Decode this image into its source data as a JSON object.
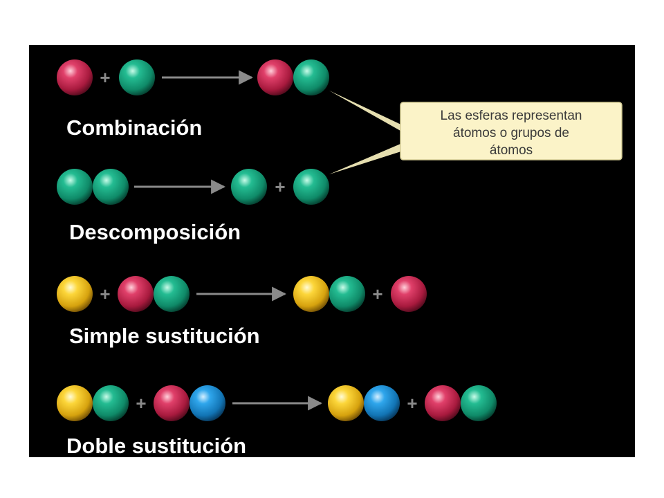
{
  "colors": {
    "background": "#000000",
    "red": "#c8244e",
    "green": "#15a07c",
    "yellow": "#f2c21a",
    "blue": "#1a8fd6",
    "arrow": "#8a8a8a",
    "callout": "#fbf3c8"
  },
  "plus_symbol": "+",
  "callout": {
    "lines": [
      "Las esferas representan",
      "átomos o grupos de",
      "átomos"
    ]
  },
  "reactions": [
    {
      "label": "Combinación",
      "reactants": [
        [
          "red"
        ],
        [
          "green"
        ]
      ],
      "products": [
        [
          "red",
          "green"
        ]
      ]
    },
    {
      "label": "Descomposición",
      "reactants": [
        [
          "green",
          "green"
        ]
      ],
      "products": [
        [
          "green"
        ],
        [
          "green"
        ]
      ]
    },
    {
      "label": "Simple sustitución",
      "reactants": [
        [
          "yellow"
        ],
        [
          "red",
          "green"
        ]
      ],
      "products": [
        [
          "yellow",
          "green"
        ],
        [
          "red"
        ]
      ]
    },
    {
      "label": "Doble sustitución",
      "reactants": [
        [
          "yellow",
          "green"
        ],
        [
          "red",
          "blue"
        ]
      ],
      "products": [
        [
          "yellow",
          "blue"
        ],
        [
          "red",
          "green"
        ]
      ]
    }
  ]
}
